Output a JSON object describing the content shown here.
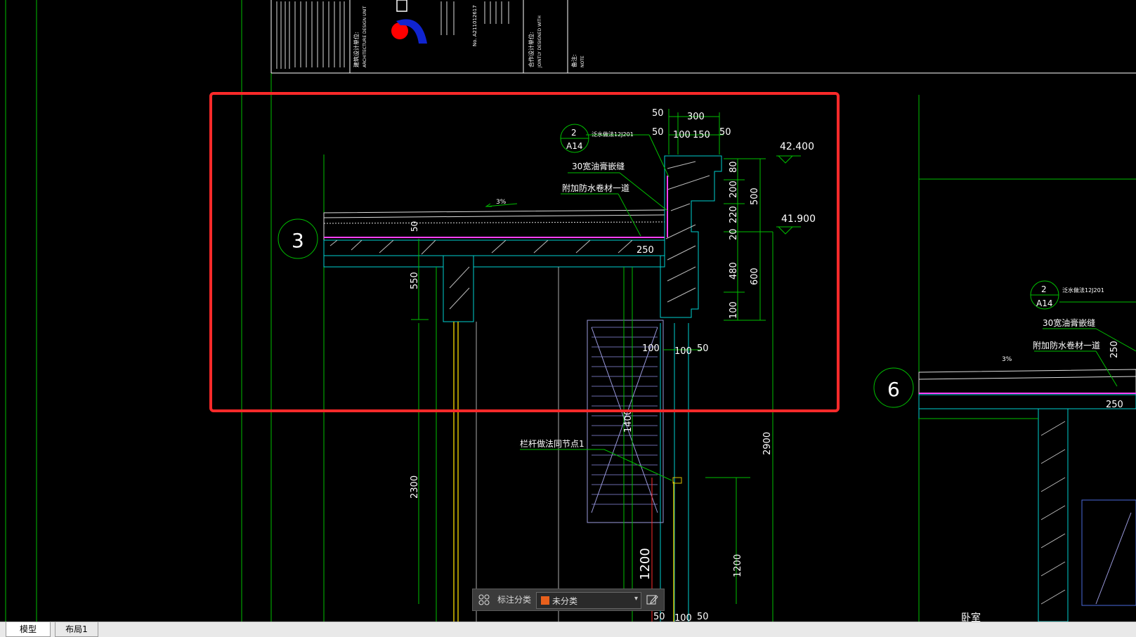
{
  "colors": {
    "background": "#000000",
    "line_green": "#00c000",
    "line_cyan": "#00d0d0",
    "line_magenta": "#ff40ff",
    "line_yellow": "#d8c000",
    "highlight_red": "#ff2a2a",
    "brand_red": "#ff0000",
    "brand_blue": "#1024d0"
  },
  "titleblock": {
    "designed_with": "合作设计单位:",
    "designed_with_en": "JOINTLY DESIGNED WITH",
    "note": "备注:",
    "note_en": "NOTE",
    "unit": "建筑设计单位:",
    "unit_en": "ARCHITECTURE DESIGN UNIT",
    "cert_no": "No. A211012617"
  },
  "drawing": {
    "detail_left": "3",
    "detail_right": "6",
    "ref_index": "2",
    "ref_sheet": "A14",
    "ref_note": "泛水做法12J201",
    "note_joint": "30宽油膏嵌缝",
    "note_membrane": "附加防水卷材一道",
    "note_railing": "栏杆做法同节点1",
    "slope": "3%",
    "elev_top": "42.400",
    "elev_mid": "41.900",
    "dims": {
      "d300": "300",
      "d50": "50",
      "d100": "100",
      "d150": "150",
      "d80": "80",
      "d200": "200",
      "d220": "220",
      "d20": "20",
      "d500": "500",
      "d480": "480",
      "d600": "600",
      "d250": "250",
      "d550": "550",
      "d2300": "2300",
      "d1400": "1400",
      "d2900": "2900",
      "d1200": "1200",
      "d100b": "100"
    },
    "room_label": "卧室"
  },
  "annotation_toolbar": {
    "label": "标注分类",
    "selected": "未分类",
    "caret": "▾"
  },
  "tabs": {
    "model": "模型",
    "layout1": "布局1"
  }
}
